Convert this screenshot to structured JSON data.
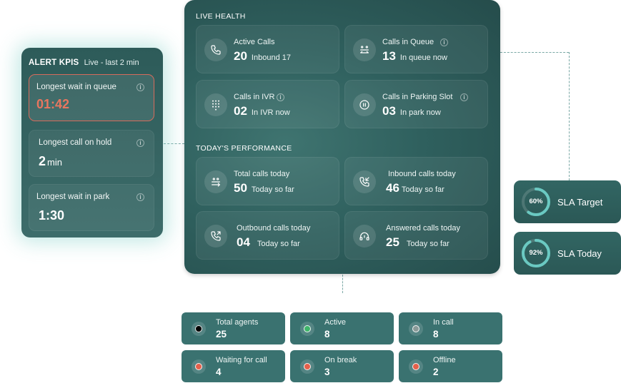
{
  "alert_kpis": {
    "title": "ALERT KPIS",
    "subtitle": "Live - last 2 min",
    "items": [
      {
        "label": "Longest wait in queue",
        "value": "01:42",
        "unit": ""
      },
      {
        "label": "Longest call on hold",
        "value": "2",
        "unit": "min"
      },
      {
        "label": "Longest wait in park",
        "value": "1:30",
        "unit": ""
      }
    ]
  },
  "live_health": {
    "title": "LIVE HEALTH",
    "cards": [
      {
        "label": "Active Calls",
        "value": "20",
        "sub": "Inbound 17",
        "icon": "phone-icon"
      },
      {
        "label": "Calls in Queue",
        "value": "13",
        "sub": "In queue now",
        "icon": "queue-icon"
      },
      {
        "label": "Calls in IVR",
        "value": "02",
        "sub": "In IVR now",
        "icon": "dialpad-icon"
      },
      {
        "label": "Calls in Parking Slot",
        "value": "03",
        "sub": "In park now",
        "icon": "pause-icon"
      }
    ]
  },
  "performance": {
    "title": "TODAY'S PERFORMANCE",
    "cards": [
      {
        "label": "Total calls today",
        "value": "50",
        "sub": "Today so far",
        "icon": "calls-total-icon"
      },
      {
        "label": "Inbound calls today",
        "value": "46",
        "sub": "Today so far",
        "icon": "inbound-call-icon"
      },
      {
        "label": "Outbound calls today",
        "value": "04",
        "sub": "Today so far",
        "icon": "outbound-call-icon"
      },
      {
        "label": "Answered calls today",
        "value": "25",
        "sub": "Today so far",
        "icon": "headset-icon"
      }
    ]
  },
  "sla": [
    {
      "label": "SLA Target",
      "pct_text": "60%",
      "pct": 60
    },
    {
      "label": "SLA Today",
      "pct_text": "92%",
      "pct": 92
    }
  ],
  "agents": [
    {
      "label": "Total agents",
      "value": "25",
      "color": "#000000"
    },
    {
      "label": "Active",
      "value": "8",
      "color": "#3fb56a"
    },
    {
      "label": "In call",
      "value": "8",
      "color": "#8a9a98"
    },
    {
      "label": "Waiting for call",
      "value": "4",
      "color": "#e4604b"
    },
    {
      "label": "On break",
      "value": "3",
      "color": "#e4604b"
    },
    {
      "label": "Offline",
      "value": "2",
      "color": "#e4604b"
    }
  ],
  "colors": {
    "alert_red": "#e9765f",
    "ring": "#6ac9c2"
  }
}
